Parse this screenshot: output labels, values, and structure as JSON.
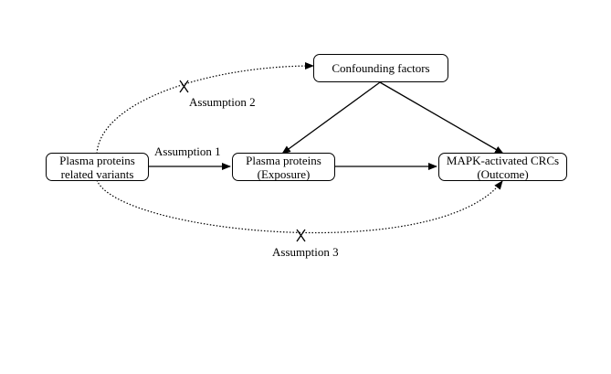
{
  "nodes": {
    "confounders": {
      "line1": "Confounding factors"
    },
    "variants": {
      "line1": "Plasma proteins",
      "line2": "related variants"
    },
    "exposure": {
      "line1": "Plasma proteins",
      "line2": "(Exposure)"
    },
    "outcome": {
      "line1": "MAPK-activated CRCs",
      "line2": "(Outcome)"
    }
  },
  "assumptions": {
    "a1": "Assumption 1",
    "a2": "Assumption 2",
    "a3": "Assumption 3"
  },
  "colors": {
    "stroke": "#000000",
    "background": "#ffffff"
  }
}
